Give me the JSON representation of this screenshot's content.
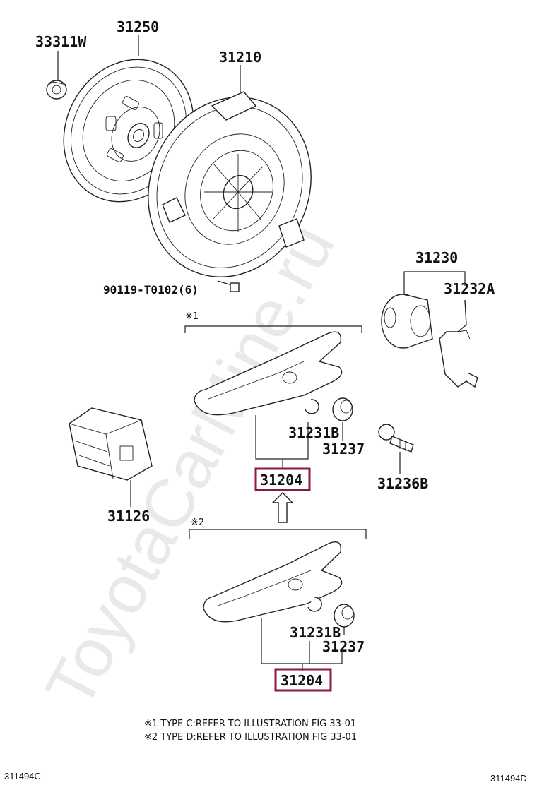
{
  "watermark": "ToyotaCarMine.ru",
  "parts": {
    "p33311w": "33311W",
    "p31250": "31250",
    "p31210": "31210",
    "p90119": "90119-T0102(6)",
    "p31230": "31230",
    "p31232a": "31232A",
    "p31231b_1": "31231B",
    "p31237_1": "31237",
    "p31204_1": "31204",
    "p31236b": "31236B",
    "p31126": "31126",
    "p31231b_2": "31231B",
    "p31237_2": "31237",
    "p31204_2": "31204"
  },
  "group_marks": {
    "g1": "※1",
    "g2": "※2"
  },
  "notes": [
    "※1  TYPE C:REFER TO ILLUSTRATION FIG 33-01",
    "※2  TYPE D:REFER TO ILLUSTRATION FIG 33-01"
  ],
  "figure_ids": {
    "left": "311494C",
    "right": "311494D"
  },
  "colors": {
    "highlight_box": "#8b1a3a"
  }
}
